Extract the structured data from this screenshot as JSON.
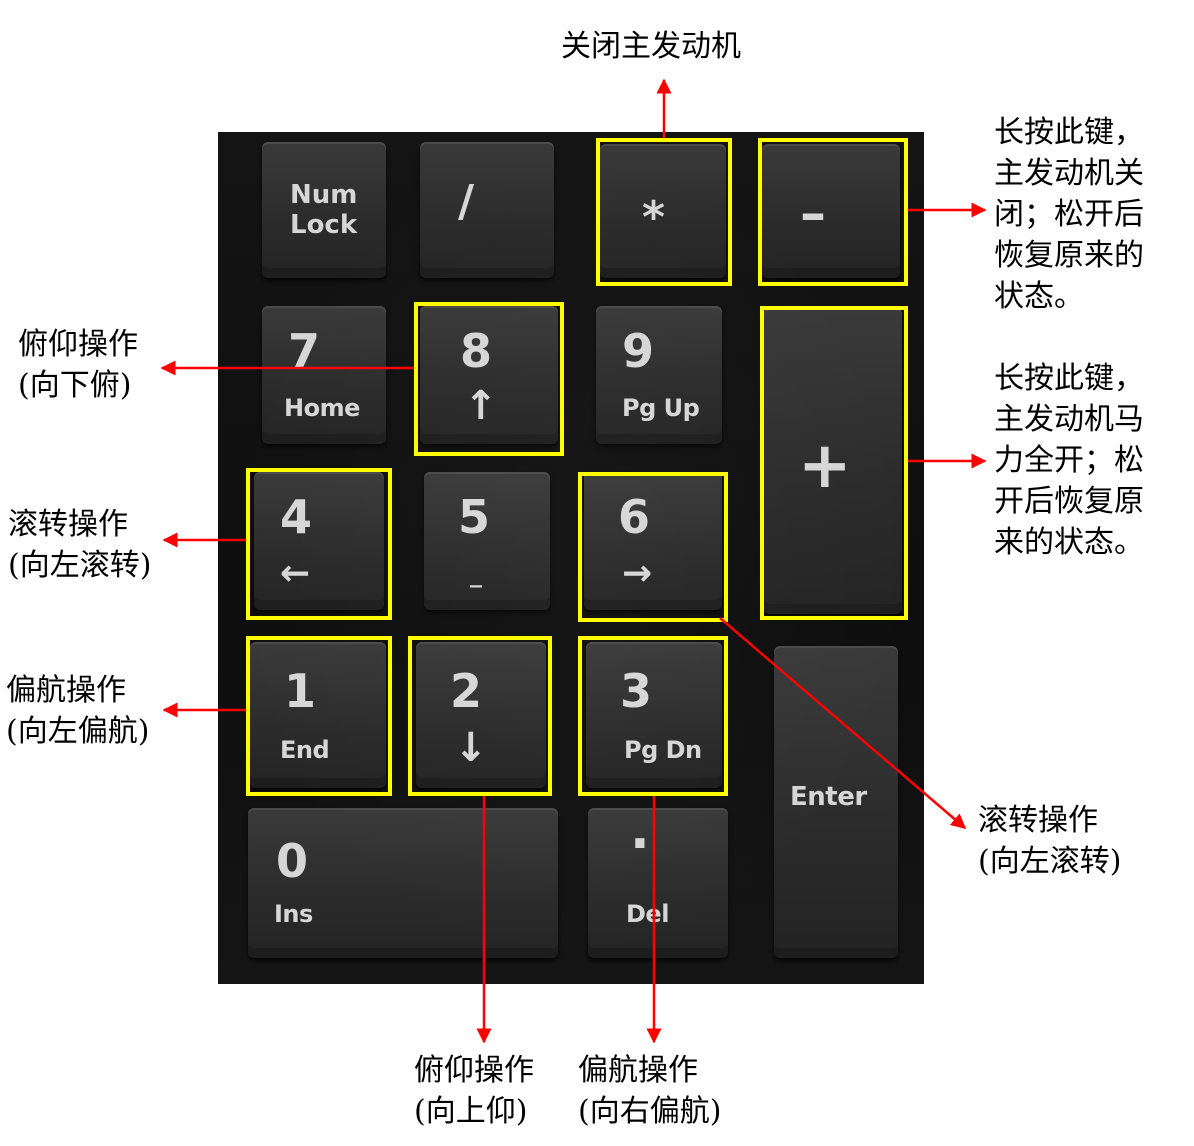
{
  "keys": {
    "numlock": "Num\nLock",
    "slash": "/",
    "asterisk": "*",
    "minus": "–",
    "k7": "7",
    "k7_sub": "Home",
    "k8": "8",
    "k8_sub": "↑",
    "k9": "9",
    "k9_sub": "Pg Up",
    "plus": "+",
    "k4": "4",
    "k4_sub": "←",
    "k5": "5",
    "k5_sub": "_",
    "k6": "6",
    "k6_sub": "→",
    "k1": "1",
    "k1_sub": "End",
    "k2": "2",
    "k2_sub": "↓",
    "k3": "3",
    "k3_sub": "Pg Dn",
    "enter": "Enter",
    "k0": "0",
    "k0_sub": "Ins",
    "dot": "·",
    "dot_sub": "Del"
  },
  "labels": {
    "top": "关闭主发动机",
    "minus": "长按此键，\n主发动机关\n闭；松开后\n恢复原来的\n状态。",
    "plus": "长按此键，\n主发动机马\n力全开；松\n开后恢复原\n来的状态。",
    "pitch_down": "俯仰操作\n(向下俯)",
    "roll_left": "滚转操作\n(向左滚转)",
    "yaw_left": "偏航操作\n(向左偏航)",
    "roll_right": "滚转操作\n(向左滚转)",
    "pitch_up": "俯仰操作\n(向上仰)",
    "yaw_right": "偏航操作\n(向右偏航)"
  },
  "colors": {
    "highlight": "#ffff00",
    "arrow": "#ff0000",
    "key_legend": "#d6d6d6",
    "background": "#111111"
  }
}
